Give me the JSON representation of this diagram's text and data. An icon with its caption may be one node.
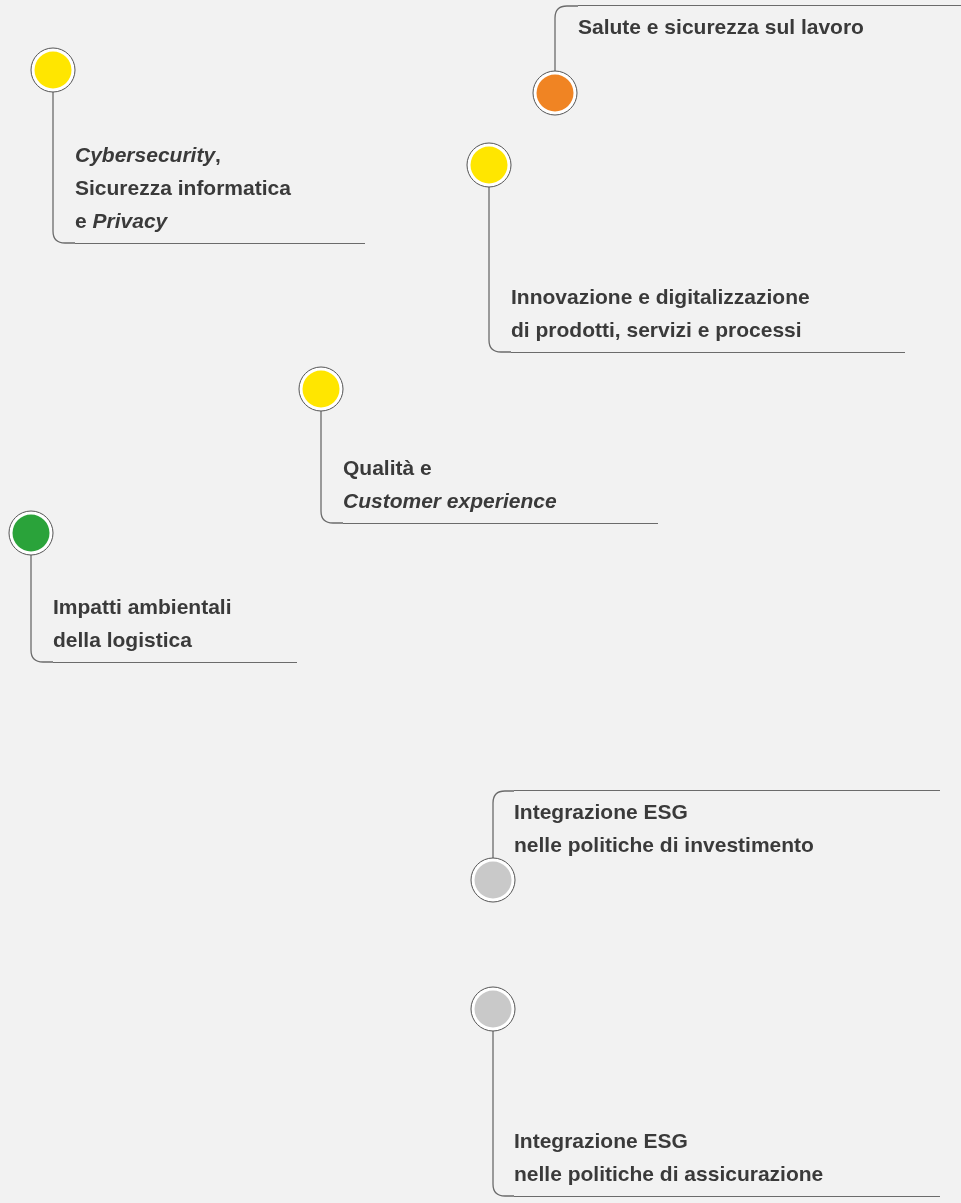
{
  "diagram": {
    "nodes": [
      {
        "text": [
          "Salute e sicurezza sul lavoro"
        ]
      },
      {
        "text": [],
        "shape": "circle"
      },
      {
        "text": [
          "*Cybersecurity*, Sicurezza informatica e *Privacy*"
        ]
      },
      {
        "text": [],
        "shape": "circle"
      },
      {
        "text": [
          "Innovazione e digitalizzazione di prodotti, servizi e processi"
        ]
      },
      {
        "text": [],
        "shape": "circle"
      },
      {
        "text": [
          "Qualità e *Customer experience*"
        ]
      },
      {
        "text": [],
        "shape": "circle"
      },
      {
        "text": [
          "Impatti ambientali della logistica"
        ]
      },
      {
        "text": [],
        "shape": "circle"
      },
      {
        "text": [
          "Integrazione ESG nelle politiche di investimento"
        ]
      },
      {
        "text": [],
        "shape": "circle"
      },
      {
        "text": [
          "Integrazione ESG nelle politiche di assicurazione"
        ]
      },
      {
        "text": [],
        "shape": "circle"
      }
    ],
    "edges": [
      {
        "from": 0,
        "to": 1,
        "arrow": "none"
      },
      {
        "from": 2,
        "to": 3,
        "arrow": "none"
      },
      {
        "from": 4,
        "to": 5,
        "arrow": "none"
      },
      {
        "from": 6,
        "to": 7,
        "arrow": "none"
      },
      {
        "from": 8,
        "to": 9,
        "arrow": "none"
      },
      {
        "from": 10,
        "to": 11,
        "arrow": "none"
      },
      {
        "from": 12,
        "to": 13,
        "arrow": "none"
      }
    ]
  }
}
